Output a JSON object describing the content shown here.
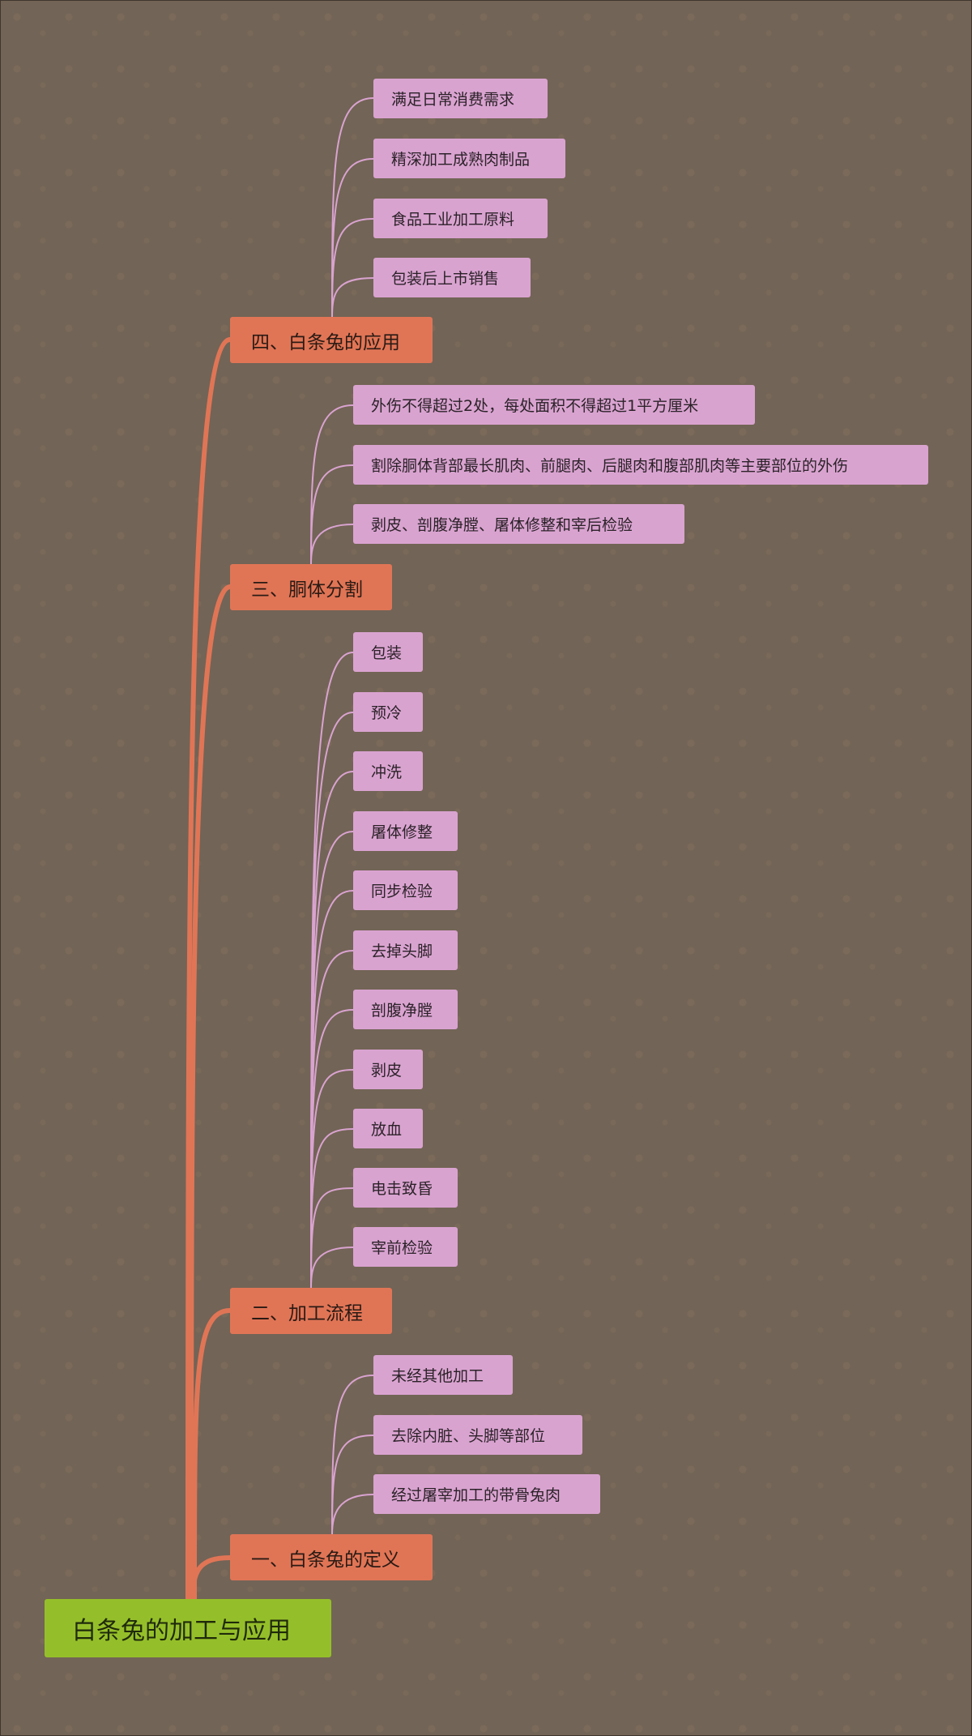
{
  "mindmap": {
    "root": {
      "label": "白条兔的加工与应用",
      "color": "#95bf2a"
    },
    "colors": {
      "background": "#726456",
      "section": "#e07556",
      "leaf": "#d9a3d0",
      "main_line": "#e07556",
      "sub_line": "#d9a3d0"
    },
    "sections": [
      {
        "label": "四、白条兔的应用",
        "children": [
          "满足日常消费需求",
          "精深加工成熟肉制品",
          "食品工业加工原料",
          "包装后上市销售"
        ]
      },
      {
        "label": "三、胴体分割",
        "children": [
          "外伤不得超过2处，每处面积不得超过1平方厘米",
          "割除胴体背部最长肌肉、前腿肉、后腿肉和腹部肌肉等主要部位的外伤",
          "剥皮、剖腹净膛、屠体修整和宰后检验"
        ]
      },
      {
        "label": "二、加工流程",
        "children": [
          "包装",
          "预冷",
          "冲洗",
          "屠体修整",
          "同步检验",
          "去掉头脚",
          "剖腹净膛",
          "剥皮",
          "放血",
          "电击致昏",
          "宰前检验"
        ]
      },
      {
        "label": "一、白条兔的定义",
        "children": [
          "未经其他加工",
          "去除内脏、头脚等部位",
          "经过屠宰加工的带骨兔肉"
        ]
      }
    ]
  }
}
